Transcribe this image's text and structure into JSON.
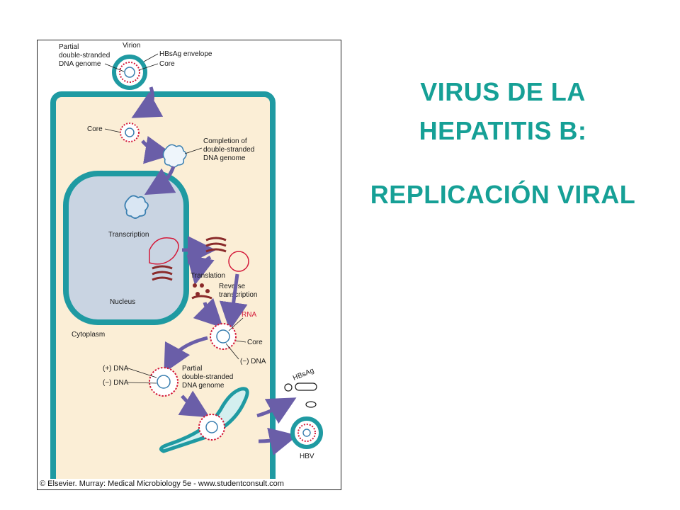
{
  "slide": {
    "title_line1": "VIRUS DE LA",
    "title_line2": "HEPATITIS B:",
    "subtitle": "REPLICACIÓN VIRAL"
  },
  "figure": {
    "labels": {
      "partial_ds_1": "Partial",
      "partial_ds_2": "double-stranded",
      "partial_ds_3": "DNA genome",
      "virion": "Virion",
      "hbsag_envelope": "HBsAg envelope",
      "core_top": "Core",
      "core_mid": "Core",
      "completion_1": "Completion of",
      "completion_2": "double-stranded",
      "completion_3": "DNA genome",
      "transcription": "Transcription",
      "translation": "Translation",
      "reverse_1": "Reverse",
      "reverse_2": "transcription",
      "nucleus": "Nucleus",
      "rna": "RNA",
      "core_low": "Core",
      "minus_dna_1": "(−) DNA",
      "cytoplasm": "Cytoplasm",
      "plus_dna": "(+) DNA",
      "minus_dna_2": "(−) DNA",
      "partial2_1": "Partial",
      "partial2_2": "double-stranded",
      "partial2_3": "DNA genome",
      "hbsag": "HBsAg",
      "hbv": "HBV"
    },
    "copyright": "© Elsevier. Murray: Medical Microbiology 5e - www.studentconsult.com"
  },
  "colors": {
    "title": "#16a096",
    "cell_fill": "#fbeed6",
    "membrane": "#1f9aa2",
    "nucleus_fill": "#c9d4e2",
    "arrow": "#6a5ea8",
    "rna": "#d41a3a"
  }
}
